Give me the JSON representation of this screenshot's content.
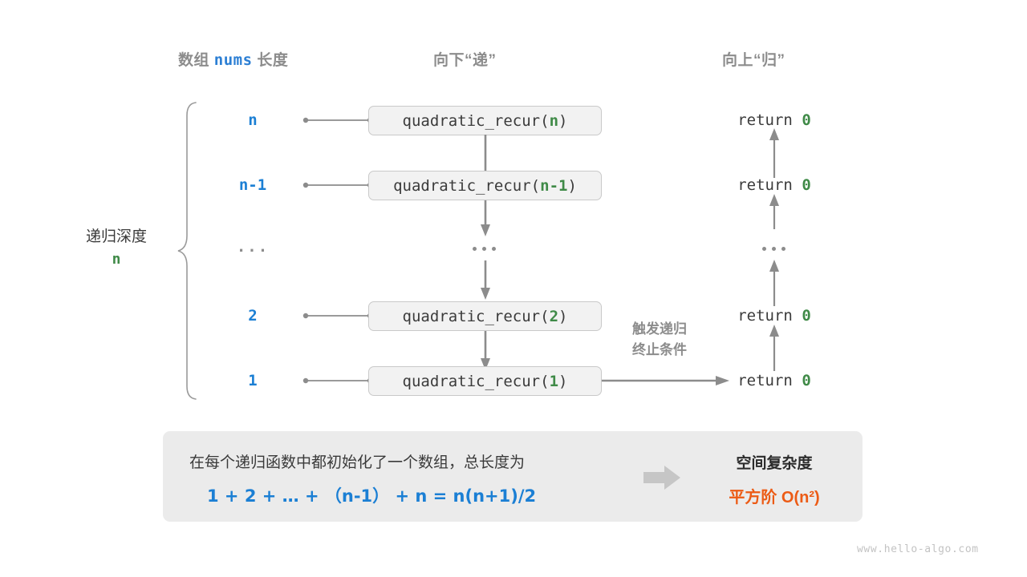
{
  "headers": {
    "array_length": {
      "prefix": "数组 ",
      "code": "nums",
      "suffix": " 长度"
    },
    "descend": "向下“递”",
    "ascend": "向上“归”"
  },
  "left_label": {
    "title": "递归深度",
    "value": "n"
  },
  "levels": [
    {
      "num": "n",
      "call_prefix": "quadratic_recur(",
      "arg": "n",
      "call_suffix": ")",
      "ret": "return ",
      "ret_value": "0"
    },
    {
      "num": "n-1",
      "call_prefix": "quadratic_recur(",
      "arg": "n-1",
      "call_suffix": ")",
      "ret": "return ",
      "ret_value": "0"
    },
    {
      "num": "...",
      "call_prefix": "...",
      "arg": "",
      "call_suffix": "",
      "ret": "...",
      "ret_value": ""
    },
    {
      "num": "2",
      "call_prefix": "quadratic_recur(",
      "arg": "2",
      "call_suffix": ")",
      "ret": "return ",
      "ret_value": "0"
    },
    {
      "num": "1",
      "call_prefix": "quadratic_recur(",
      "arg": "1",
      "call_suffix": ")",
      "ret": "return ",
      "ret_value": "0"
    }
  ],
  "note": {
    "line1": "触发递归",
    "line2": "终止条件"
  },
  "summary": {
    "text_line1": "在每个递归函数中都初始化了一个数组，总长度为",
    "formula": "1 + 2 + … + （n-1） + n = n(n+1)/2",
    "complexity_title": "空间复杂度",
    "complexity_value": "平方阶 O(n²)"
  },
  "watermark": "www.hello-algo.com",
  "colors": {
    "blue": "#1b7fd4",
    "green": "#3f8a47",
    "orange": "#ec5b15",
    "gray": "#8c8c8c",
    "box_fill": "#f2f2f2",
    "panel_fill": "#ebebeb"
  }
}
